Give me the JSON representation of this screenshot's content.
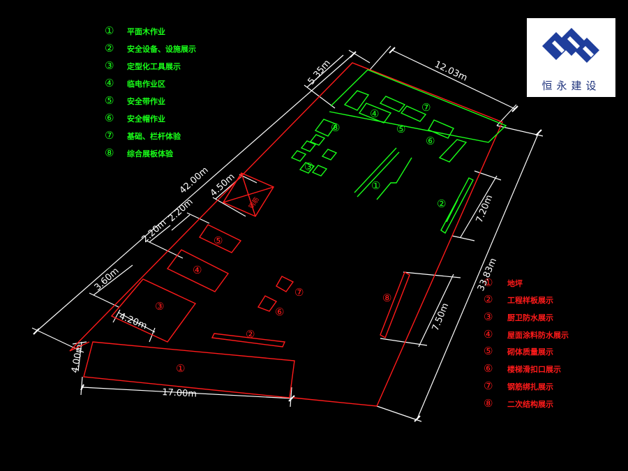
{
  "colors": {
    "green": "#19ff19",
    "red": "#ff1a1a",
    "white": "#ffffff",
    "logo_blue": "#1f3e9c"
  },
  "logo": {
    "text": "恒永建设"
  },
  "green_legend": [
    {
      "num": "①",
      "text": "平面木作业"
    },
    {
      "num": "②",
      "text": "安全设备、设施展示"
    },
    {
      "num": "③",
      "text": "定型化工具展示"
    },
    {
      "num": "④",
      "text": "临电作业区"
    },
    {
      "num": "⑤",
      "text": "安全带作业"
    },
    {
      "num": "⑥",
      "text": "安全帽作业"
    },
    {
      "num": "⑦",
      "text": "基础、栏杆体验"
    },
    {
      "num": "⑧",
      "text": "综合展板体验"
    }
  ],
  "red_legend": [
    {
      "num": "①",
      "text": "地坪"
    },
    {
      "num": "②",
      "text": "工程样板展示"
    },
    {
      "num": "③",
      "text": "厨卫防水展示"
    },
    {
      "num": "④",
      "text": "屋面涂料防水展示"
    },
    {
      "num": "⑤",
      "text": "砌体质量展示"
    },
    {
      "num": "⑥",
      "text": "楼梯滑扣口展示"
    },
    {
      "num": "⑦",
      "text": "钢筋绑扎展示"
    },
    {
      "num": "⑧",
      "text": "二次结构展示"
    }
  ],
  "dimensions": {
    "top": "12.03m",
    "top_left": "5.35m",
    "left_long": "42.00m",
    "box_1": "4.50m",
    "box_2": "2.20m",
    "box_3": "2.20m",
    "box_4": "3.60m",
    "bottom_left": "4.20m",
    "corner": "4.00m",
    "bottom": "17.00m",
    "right_long": "33.83m",
    "right_green": "7.20m",
    "right_red": "7.50m"
  },
  "plan_labels": {
    "g1": "①",
    "g2": "②",
    "g3": "③",
    "g4": "④",
    "g5": "⑤",
    "g6": "⑥",
    "g7": "⑦",
    "g8": "⑧",
    "r1": "①",
    "r2": "②",
    "r3": "③",
    "r4": "④",
    "r5": "⑤",
    "r6": "⑥",
    "r7": "⑦",
    "r8": "⑧",
    "cross_box": "钢筋"
  }
}
